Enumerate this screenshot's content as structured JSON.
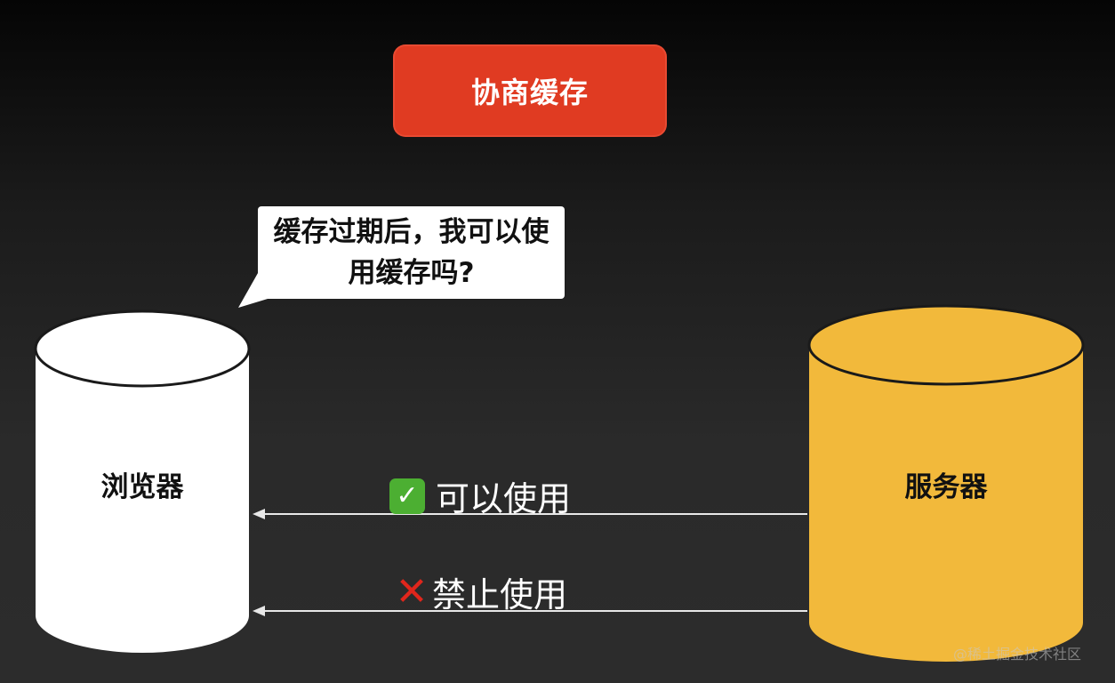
{
  "title": "协商缓存",
  "bubble": {
    "line1": "缓存过期后，我可以使",
    "line2": "用缓存吗?"
  },
  "browser": {
    "label": "浏览器",
    "color": "#ffffff"
  },
  "server": {
    "label": "服务器",
    "color": "#f2b93b"
  },
  "arrows": [
    {
      "icon": "check-mark-icon",
      "text": "可以使用"
    },
    {
      "icon": "cross-mark-icon",
      "text": "禁止使用"
    }
  ],
  "watermark": "@稀土掘金技术社区",
  "colors": {
    "title_bg": "#e03b22",
    "arrow_line": "#e8e8e8"
  }
}
